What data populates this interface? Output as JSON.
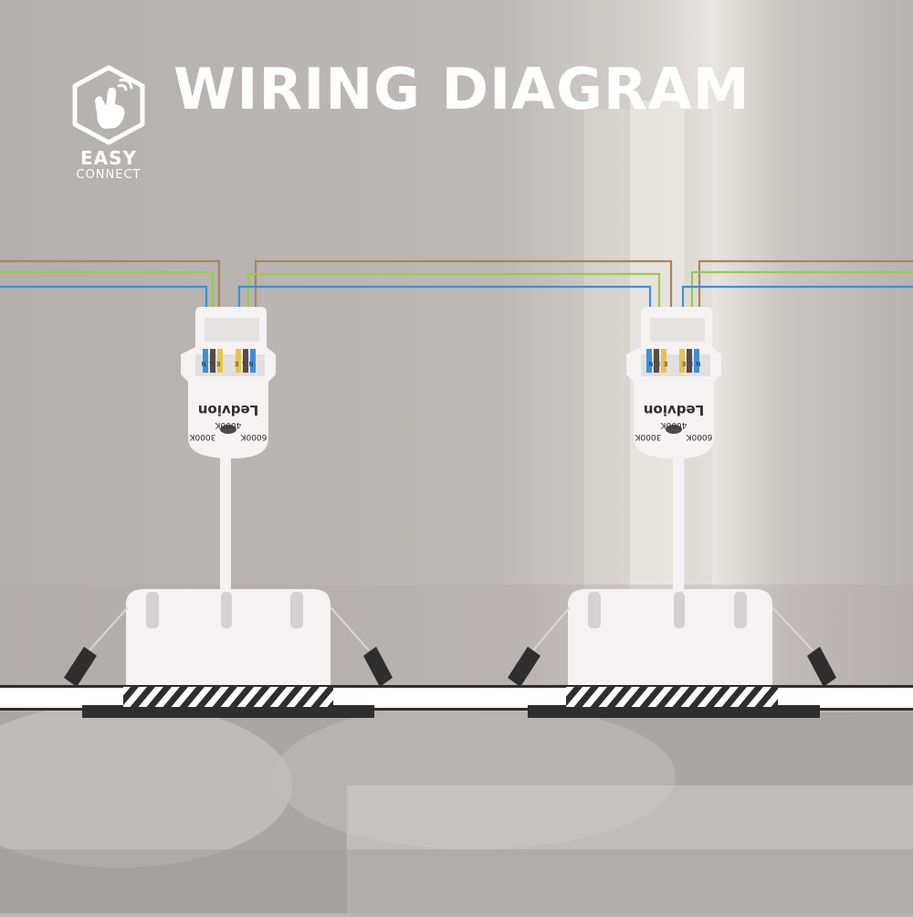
{
  "header": {
    "title": "WIRING DIAGRAM",
    "badge_line1": "EASY",
    "badge_line2": "CONNECT",
    "badge_icon": "tap-hand-icon"
  },
  "connectors": [
    {
      "brand": "Ledvion",
      "cct_options": [
        "3000K",
        "4000K",
        "6000K"
      ],
      "terminals": [
        "N",
        "L",
        "E",
        "E",
        "L",
        "N"
      ]
    },
    {
      "brand": "Ledvion",
      "cct_options": [
        "3000K",
        "4000K",
        "6000K"
      ],
      "terminals": [
        "N",
        "L",
        "E",
        "E",
        "L",
        "N"
      ]
    }
  ],
  "colors": {
    "live_wire": "#a8865a",
    "earth_wire": "#9cc94a",
    "neutral_wire": "#3d8fd6",
    "fixture_white": "#f4f2f2",
    "trim_dark": "#3a3a3a"
  }
}
